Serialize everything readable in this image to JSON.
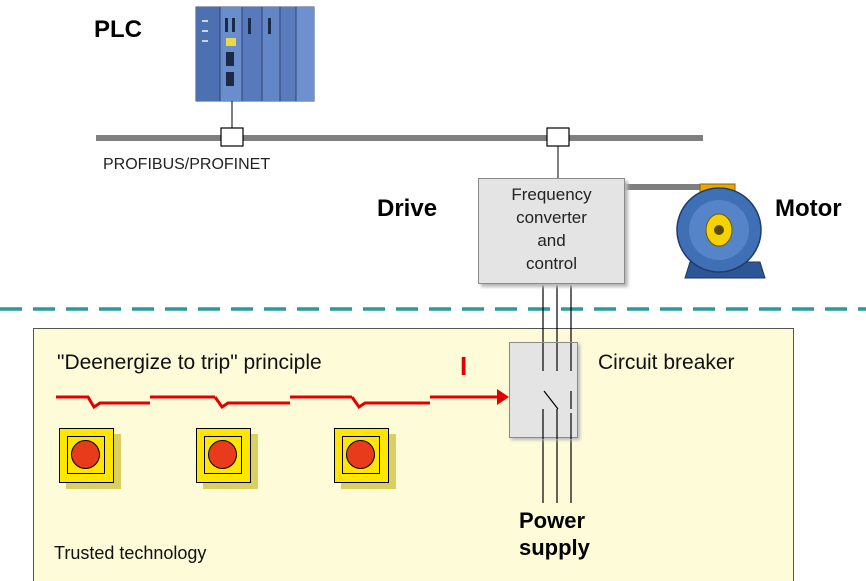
{
  "labels": {
    "plc": "PLC",
    "bus": "PROFIBUS/PROFINET",
    "drive": "Drive",
    "motor": "Motor",
    "frequency_converter": [
      "Frequency",
      "converter",
      "and",
      "control"
    ],
    "principle": "\"Deenergize  to trip\" principle",
    "current_symbol": "I",
    "circuit_breaker": "Circuit breaker",
    "power_supply": [
      "Power",
      "supply"
    ],
    "trusted_technology": "Trusted technology"
  },
  "colors": {
    "bus_line": "#7f7f7f",
    "separator_dash": "#2a9a9a",
    "safety_panel": "#fdfbd8",
    "signal_red": "#e10000",
    "estop_yellow": "#ffe600",
    "estop_red": "#e73b1c",
    "motor_blue": "#3f6fb5",
    "plc_blue": "#5b7fc0"
  },
  "emergency_stops": [
    {
      "name": "emergency-stop-1"
    },
    {
      "name": "emergency-stop-2"
    },
    {
      "name": "emergency-stop-3"
    }
  ]
}
